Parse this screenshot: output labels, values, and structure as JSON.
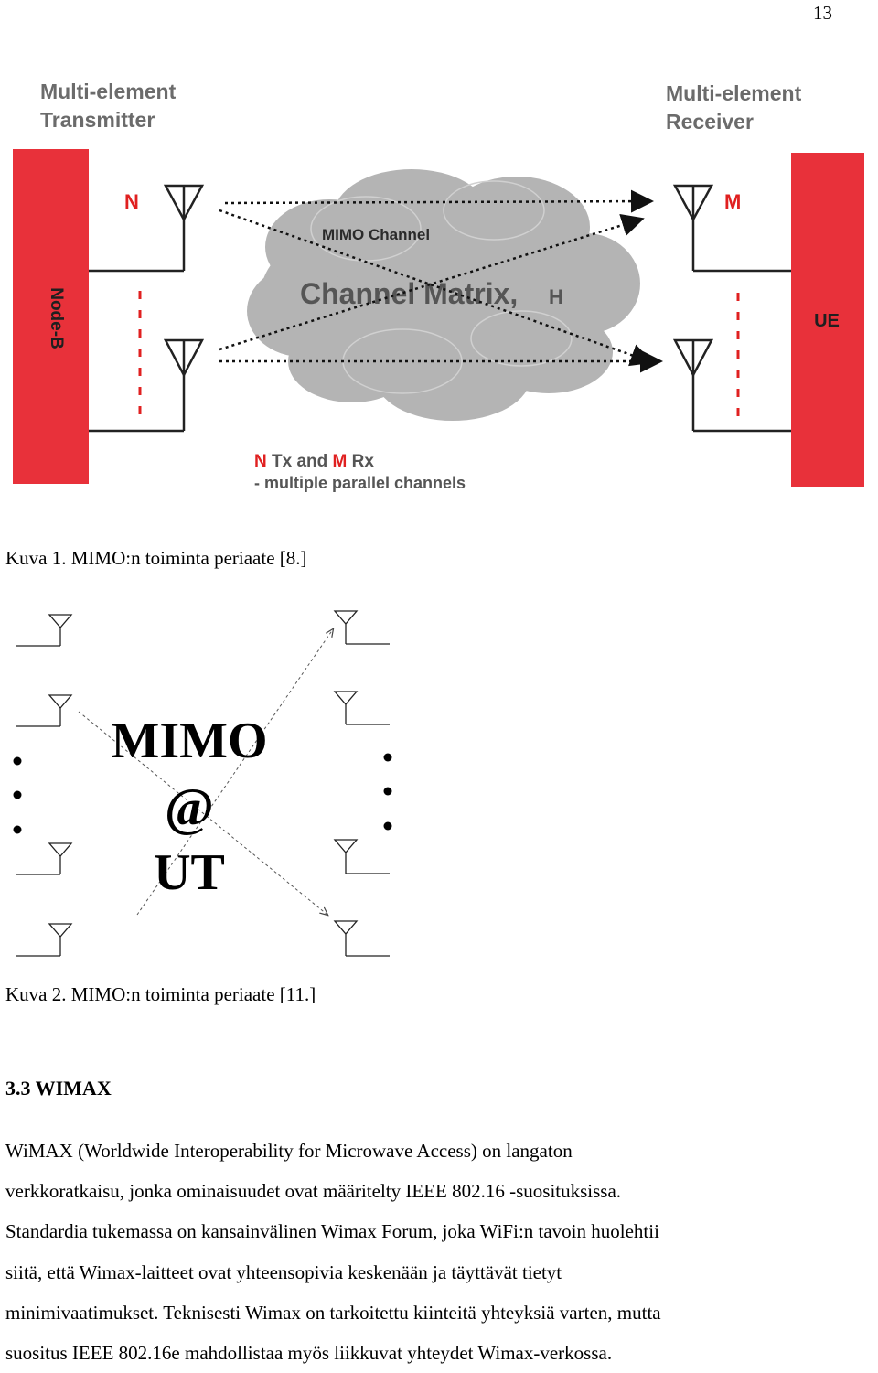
{
  "page_number": "13",
  "figure1": {
    "transmitter_label_line1": "Multi-element",
    "transmitter_label_line2": "Transmitter",
    "receiver_label_line1": "Multi-element",
    "receiver_label_line2": "Receiver",
    "tx_block_label": "Node-B",
    "rx_block_label": "UE",
    "tx_count_label": "N",
    "rx_count_label": "M",
    "channel_title": "MIMO Channel",
    "channel_matrix_label": "Channel Matrix,",
    "channel_matrix_symbol": "H",
    "legend_n": "N",
    "legend_tx_and": " Tx and ",
    "legend_m": "M",
    "legend_rx": " Rx",
    "legend_line2": "- multiple parallel channels",
    "colors": {
      "red_block": "#e8313a",
      "label_red": "#e02020",
      "label_gray": "#6b6b6b",
      "cloud": "#b4b4b4"
    }
  },
  "caption1": "Kuva 1. MIMO:n toiminta periaate [8.]",
  "figure2": {
    "title_line1": "MIMO",
    "title_line2": "@",
    "title_line3": "UT"
  },
  "caption2": "Kuva 2. MIMO:n toiminta periaate [11.]",
  "section_heading": "3.3 WIMAX",
  "paragraph_lines": [
    "WiMAX (Worldwide Interoperability for Microwave Access) on langaton",
    "verkkoratkaisu, jonka ominaisuudet ovat määritelty IEEE 802.16 -suosituksissa.",
    "Standardia tukemassa on kansainvälinen Wimax Forum, joka WiFi:n tavoin huolehtii",
    "siitä, että Wimax-laitteet ovat yhteensopivia keskenään ja täyttävät tietyt",
    "minimivaatimukset. Teknisesti Wimax on tarkoitettu kiinteitä yhteyksiä varten, mutta",
    "suositus IEEE 802.16e mahdollistaa myös liikkuvat yhteydet Wimax-verkossa."
  ]
}
